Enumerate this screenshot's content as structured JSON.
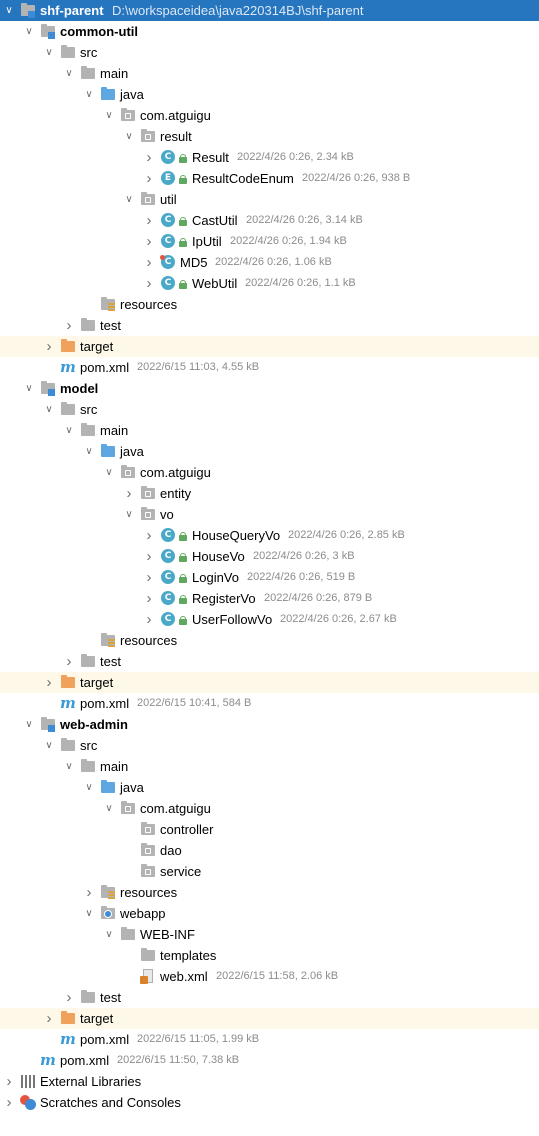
{
  "tree": [
    {
      "depth": 0,
      "expanded": true,
      "icon": "module",
      "label": "shf-parent",
      "bold": true,
      "meta": "D:\\workspaceidea\\java220314BJ\\shf-parent",
      "state": "selected"
    },
    {
      "depth": 1,
      "expanded": true,
      "icon": "module",
      "label": "common-util",
      "bold": true
    },
    {
      "depth": 2,
      "expanded": true,
      "icon": "folder-gray",
      "label": "src"
    },
    {
      "depth": 3,
      "expanded": true,
      "icon": "folder-gray",
      "label": "main"
    },
    {
      "depth": 4,
      "expanded": true,
      "icon": "folder-blue",
      "label": "java"
    },
    {
      "depth": 5,
      "expanded": true,
      "icon": "package",
      "label": "com.atguigu"
    },
    {
      "depth": 6,
      "expanded": true,
      "icon": "package",
      "label": "result"
    },
    {
      "depth": 7,
      "expanded": false,
      "icon": "class",
      "label": "Result",
      "meta": "2022/4/26 0:26, 2.34 kB",
      "lock": true
    },
    {
      "depth": 7,
      "expanded": false,
      "icon": "enum",
      "label": "ResultCodeEnum",
      "meta": "2022/4/26 0:26, 938 B",
      "lock": true
    },
    {
      "depth": 6,
      "expanded": true,
      "icon": "package",
      "label": "util"
    },
    {
      "depth": 7,
      "expanded": false,
      "icon": "class",
      "label": "CastUtil",
      "meta": "2022/4/26 0:26, 3.14 kB",
      "lock": true
    },
    {
      "depth": 7,
      "expanded": false,
      "icon": "class",
      "label": "IpUtil",
      "meta": "2022/4/26 0:26, 1.94 kB",
      "lock": true
    },
    {
      "depth": 7,
      "expanded": false,
      "icon": "class-sync",
      "label": "MD5",
      "meta": "2022/4/26 0:26, 1.06 kB"
    },
    {
      "depth": 7,
      "expanded": false,
      "icon": "class",
      "label": "WebUtil",
      "meta": "2022/4/26 0:26, 1.1 kB",
      "lock": true
    },
    {
      "depth": 4,
      "expanded": null,
      "icon": "resources",
      "label": "resources"
    },
    {
      "depth": 3,
      "expanded": false,
      "icon": "folder-gray",
      "label": "test"
    },
    {
      "depth": 2,
      "expanded": false,
      "icon": "folder-orange",
      "label": "target",
      "state": "hl"
    },
    {
      "depth": 2,
      "expanded": null,
      "icon": "maven",
      "label": "pom.xml",
      "meta": "2022/6/15 11:03, 4.55 kB"
    },
    {
      "depth": 1,
      "expanded": true,
      "icon": "module",
      "label": "model",
      "bold": true
    },
    {
      "depth": 2,
      "expanded": true,
      "icon": "folder-gray",
      "label": "src"
    },
    {
      "depth": 3,
      "expanded": true,
      "icon": "folder-gray",
      "label": "main"
    },
    {
      "depth": 4,
      "expanded": true,
      "icon": "folder-blue",
      "label": "java"
    },
    {
      "depth": 5,
      "expanded": true,
      "icon": "package",
      "label": "com.atguigu"
    },
    {
      "depth": 6,
      "expanded": false,
      "icon": "package",
      "label": "entity"
    },
    {
      "depth": 6,
      "expanded": true,
      "icon": "package",
      "label": "vo"
    },
    {
      "depth": 7,
      "expanded": false,
      "icon": "class",
      "label": "HouseQueryVo",
      "meta": "2022/4/26 0:26, 2.85 kB",
      "lock": true
    },
    {
      "depth": 7,
      "expanded": false,
      "icon": "class",
      "label": "HouseVo",
      "meta": "2022/4/26 0:26, 3 kB",
      "lock": true
    },
    {
      "depth": 7,
      "expanded": false,
      "icon": "class",
      "label": "LoginVo",
      "meta": "2022/4/26 0:26, 519 B",
      "lock": true
    },
    {
      "depth": 7,
      "expanded": false,
      "icon": "class",
      "label": "RegisterVo",
      "meta": "2022/4/26 0:26, 879 B",
      "lock": true
    },
    {
      "depth": 7,
      "expanded": false,
      "icon": "class",
      "label": "UserFollowVo",
      "meta": "2022/4/26 0:26, 2.67 kB",
      "lock": true
    },
    {
      "depth": 4,
      "expanded": null,
      "icon": "resources",
      "label": "resources"
    },
    {
      "depth": 3,
      "expanded": false,
      "icon": "folder-gray",
      "label": "test"
    },
    {
      "depth": 2,
      "expanded": false,
      "icon": "folder-orange",
      "label": "target",
      "state": "hl"
    },
    {
      "depth": 2,
      "expanded": null,
      "icon": "maven",
      "label": "pom.xml",
      "meta": "2022/6/15 10:41, 584 B"
    },
    {
      "depth": 1,
      "expanded": true,
      "icon": "module",
      "label": "web-admin",
      "bold": true
    },
    {
      "depth": 2,
      "expanded": true,
      "icon": "folder-gray",
      "label": "src"
    },
    {
      "depth": 3,
      "expanded": true,
      "icon": "folder-gray",
      "label": "main"
    },
    {
      "depth": 4,
      "expanded": true,
      "icon": "folder-blue",
      "label": "java"
    },
    {
      "depth": 5,
      "expanded": true,
      "icon": "package",
      "label": "com.atguigu"
    },
    {
      "depth": 6,
      "expanded": null,
      "icon": "package",
      "label": "controller"
    },
    {
      "depth": 6,
      "expanded": null,
      "icon": "package",
      "label": "dao"
    },
    {
      "depth": 6,
      "expanded": null,
      "icon": "package",
      "label": "service"
    },
    {
      "depth": 4,
      "expanded": false,
      "icon": "resources",
      "label": "resources"
    },
    {
      "depth": 4,
      "expanded": true,
      "icon": "webapp",
      "label": "webapp"
    },
    {
      "depth": 5,
      "expanded": true,
      "icon": "folder-gray",
      "label": "WEB-INF"
    },
    {
      "depth": 6,
      "expanded": null,
      "icon": "folder-gray",
      "label": "templates"
    },
    {
      "depth": 6,
      "expanded": null,
      "icon": "webxml",
      "label": "web.xml",
      "meta": "2022/6/15 11:58, 2.06 kB"
    },
    {
      "depth": 3,
      "expanded": false,
      "icon": "folder-gray",
      "label": "test"
    },
    {
      "depth": 2,
      "expanded": false,
      "icon": "folder-orange",
      "label": "target",
      "state": "hl"
    },
    {
      "depth": 2,
      "expanded": null,
      "icon": "maven",
      "label": "pom.xml",
      "meta": "2022/6/15 11:05, 1.99 kB"
    },
    {
      "depth": 1,
      "expanded": null,
      "icon": "maven",
      "label": "pom.xml",
      "meta": "2022/6/15 11:50, 7.38 kB"
    },
    {
      "depth": 0,
      "expanded": false,
      "icon": "libraries",
      "label": "External Libraries"
    },
    {
      "depth": 0,
      "expanded": false,
      "icon": "scratches",
      "label": "Scratches and Consoles"
    }
  ],
  "colors": {
    "selection": "#2675bf",
    "target_highlight": "#fdf8e8",
    "folder_gray": "#b3b3b3",
    "folder_blue": "#5fa7e0",
    "folder_orange": "#f0a25d",
    "class_icon": "#4aa8c8",
    "lock_green": "#5fa85f",
    "maven_blue": "#3a9bd8",
    "meta_text": "#8c8c8c"
  }
}
